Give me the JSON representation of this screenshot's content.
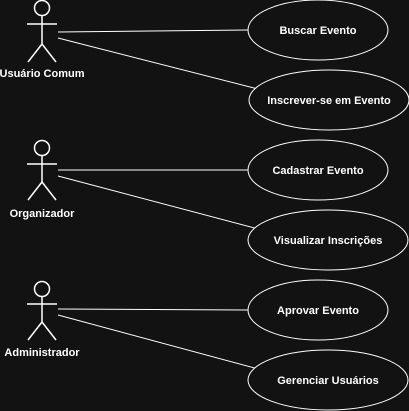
{
  "colors": {
    "background": "#121212",
    "stroke": "#ffffff",
    "text": "#ffffff"
  },
  "actors": [
    {
      "label": "Usuário Comum"
    },
    {
      "label": "Organizador"
    },
    {
      "label": "Administrador"
    }
  ],
  "use_cases": [
    {
      "label": "Buscar Evento"
    },
    {
      "label": "Inscrever-se em Evento"
    },
    {
      "label": "Cadastrar Evento"
    },
    {
      "label": "Visualizar Inscrições"
    },
    {
      "label": "Aprovar Evento"
    },
    {
      "label": "Gerenciar Usuários"
    }
  ]
}
